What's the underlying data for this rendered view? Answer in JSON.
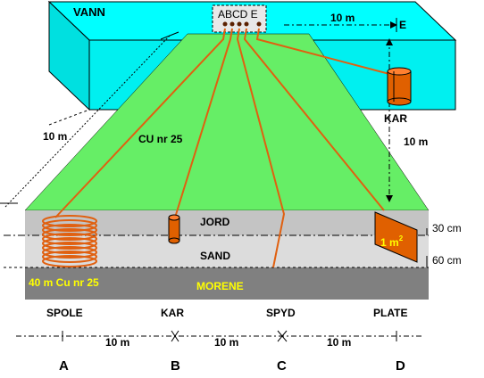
{
  "labels": {
    "vann": "VANN",
    "terminals": "ABCD E",
    "top_distance": "10 m",
    "e_label": "E",
    "kar_right": "KAR",
    "right_distance": "10 m",
    "left_distance": "10 m",
    "cu_wire": "CU nr 25",
    "jord": "JORD",
    "sand": "SAND",
    "morene": "MORENE",
    "coil_wire": "40 m Cu nr 25",
    "plate_area": "1 m",
    "plate_area_exp": "2",
    "depth_30": "30 cm",
    "depth_60": "60 cm"
  },
  "electrodes": [
    {
      "name": "SPOLE",
      "letter": "A"
    },
    {
      "name": "KAR",
      "letter": "B"
    },
    {
      "name": "SPYD",
      "letter": "C"
    },
    {
      "name": "PLATE",
      "letter": "D"
    }
  ],
  "spacings": [
    "10 m",
    "10 m",
    "10 m"
  ],
  "colors": {
    "water": "#00ffff",
    "water_side": "#00e5e5",
    "field": "#66ee66",
    "jord": "#c8c8c8",
    "sand": "#dedede",
    "morene": "#808080",
    "wire": "#e06010",
    "electrode": "#e06000",
    "morene_text": "#ffff00"
  }
}
